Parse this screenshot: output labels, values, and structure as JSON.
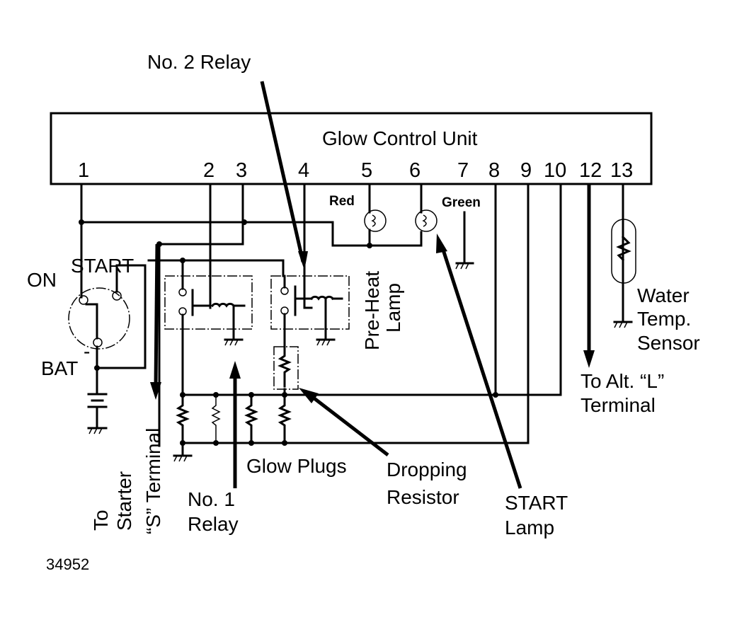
{
  "diagram": {
    "unit_title": "Glow Control Unit",
    "pins": [
      "1",
      "2",
      "3",
      "4",
      "5",
      "6",
      "7",
      "8",
      "9",
      "10",
      "12",
      "13"
    ],
    "lamp_colors": {
      "red": "Red",
      "green": "Green"
    },
    "labels": {
      "no2_relay": "No. 2 Relay",
      "ignition_on": "ON",
      "ignition_start": "START",
      "battery": "BAT",
      "battery_sign": "-",
      "preheat_lamp_1": "Pre-Heat",
      "preheat_lamp_2": "Lamp",
      "water_temp_1": "Water",
      "water_temp_2": "Temp.",
      "water_temp_3": "Sensor",
      "alt_1": "To Alt. “L”",
      "alt_2": "Terminal",
      "starter_1": "To",
      "starter_2": "Starter",
      "starter_3": "“S” Terminal",
      "no1_relay_1": "No. 1",
      "no1_relay_2": "Relay",
      "glow_plugs": "Glow Plugs",
      "dropping_1": "Dropping",
      "dropping_2": "Resistor",
      "start_lamp_1": "START",
      "start_lamp_2": "Lamp"
    },
    "figure_number": "34952"
  }
}
